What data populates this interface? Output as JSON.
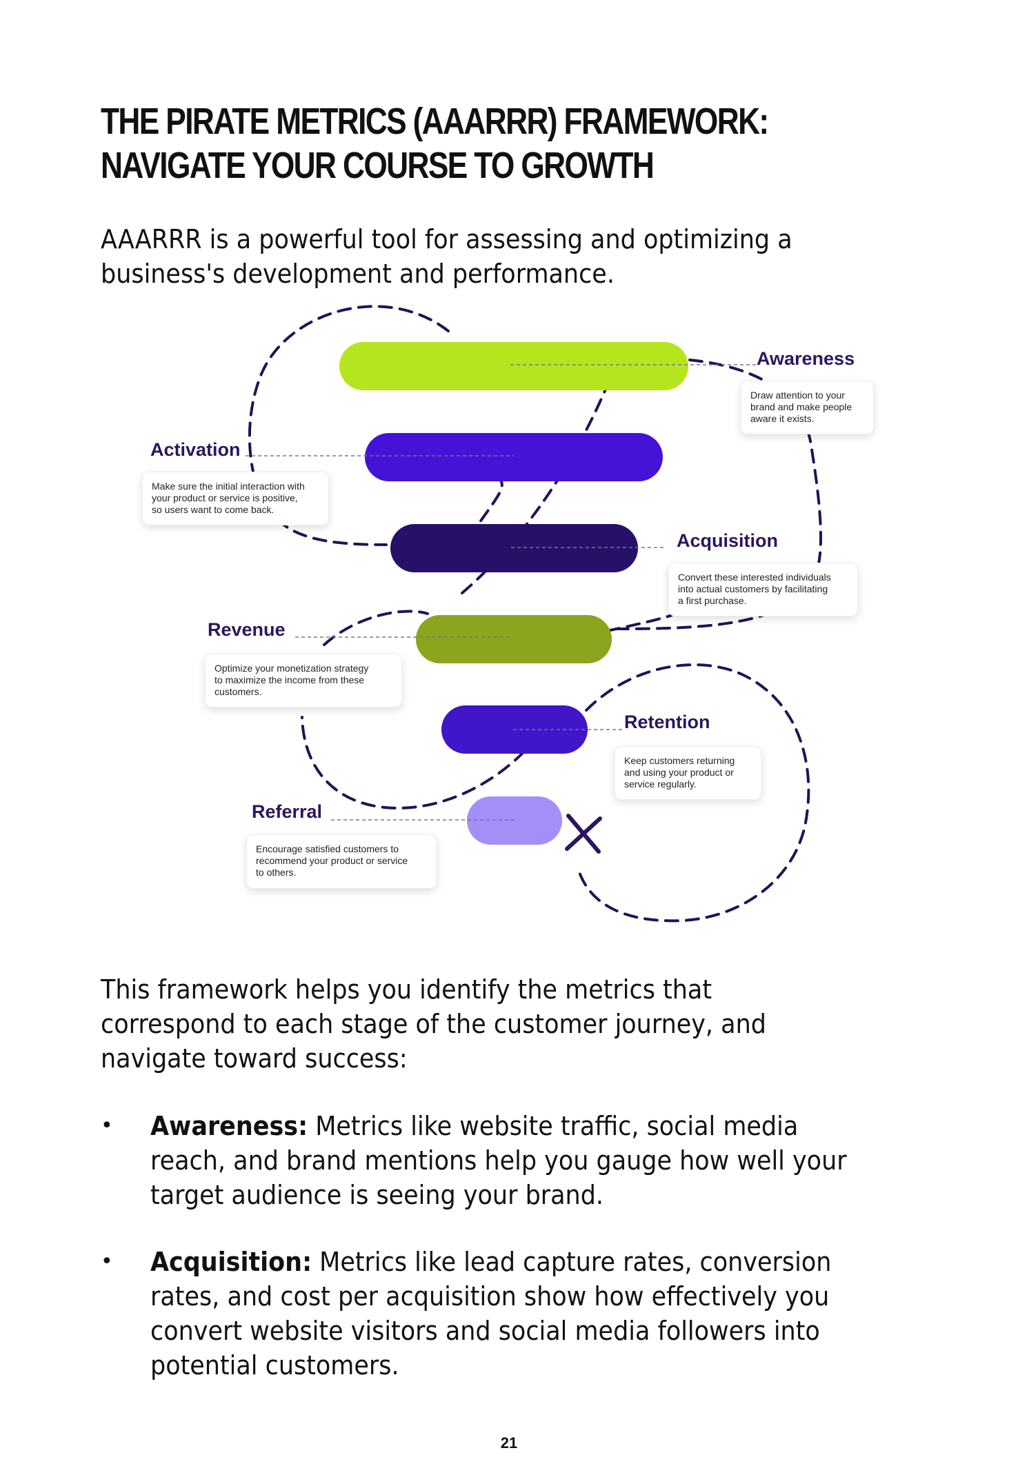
{
  "title_lines": [
    "THE PIRATE METRICS (AAARRR) FRAMEWORK:",
    "NAVIGATE YOUR COURSE TO GROWTH"
  ],
  "intro_lines": [
    "AAARRR is a powerful tool for assessing and optimizing a",
    "business's development and performance."
  ],
  "diagram": {
    "stages": [
      {
        "label": "Awareness",
        "color": "#b5e61d",
        "description_lines": [
          "Draw attention to your",
          "brand and make people",
          "aware it exists."
        ]
      },
      {
        "label": "Activation",
        "color": "#4512d8",
        "description_lines": [
          "Make sure the initial interaction with",
          "your product or service is positive,",
          "so users want to come back."
        ]
      },
      {
        "label": "Acquisition",
        "color": "#261068",
        "description_lines": [
          "Convert these interested individuals",
          "into actual customers by facilitating",
          "a first purchase."
        ]
      },
      {
        "label": "Revenue",
        "color": "#8ca51e",
        "description_lines": [
          "Optimize your monetization strategy",
          "to maximize the income from these",
          "customers."
        ]
      },
      {
        "label": "Retention",
        "color": "#4016c8",
        "description_lines": [
          "Keep customers returning",
          "and using your product or",
          "service regularly."
        ]
      },
      {
        "label": "Referral",
        "color": "#a38ff7",
        "description_lines": [
          "Encourage satisfied customers to",
          "recommend your product or service",
          "to others."
        ]
      }
    ],
    "path_color": "#1e1457",
    "end_marker": "x-mark-icon"
  },
  "body_lines": [
    "This framework helps you identify the metrics that",
    "correspond to each stage of the customer journey, and",
    "navigate toward success:"
  ],
  "bullets": [
    {
      "term": "Awareness:",
      "first_line_rest": " Metrics like website traffic, social media",
      "more_lines": [
        "reach, and brand mentions help you gauge how well your",
        "target audience is seeing your brand."
      ]
    },
    {
      "term": "Acquisition:",
      "first_line_rest": " Metrics like lead capture rates, conversion",
      "more_lines": [
        "rates, and cost per acquisition show how effectively you",
        "convert website visitors and social media followers into",
        "potential customers."
      ]
    }
  ],
  "page_number": "21"
}
